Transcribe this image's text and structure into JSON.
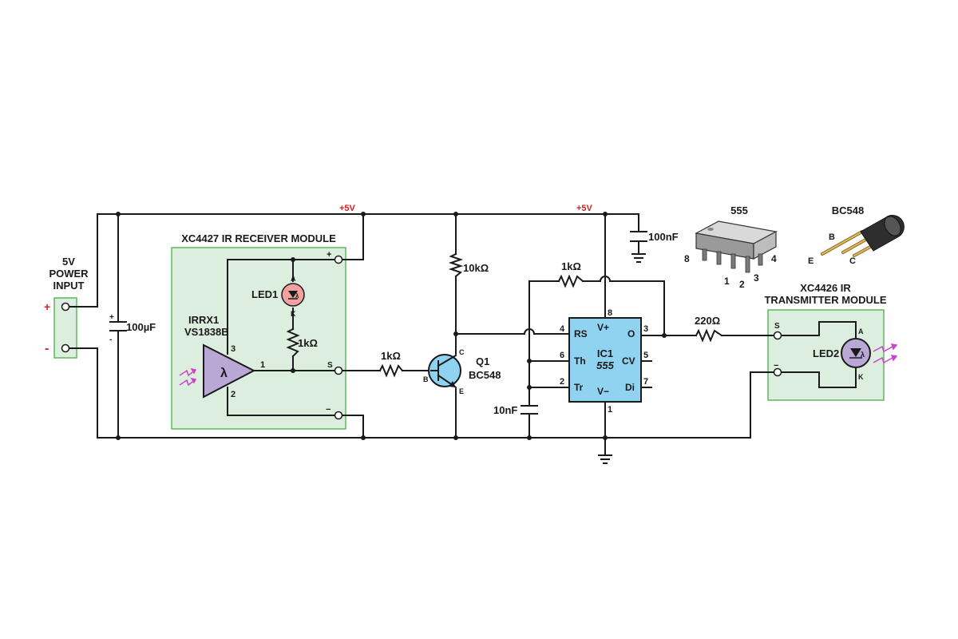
{
  "labels": {
    "power_input": [
      "5V",
      "POWER",
      "INPUT"
    ],
    "plus": "+",
    "minus": "-",
    "rail_5v_left": "+5V",
    "rail_5v_right": "+5V",
    "c_100uf": "100µF",
    "c_100nf": "100nF",
    "c_10nf": "10nF",
    "rx_module": "XC4427 IR RECEIVER MODULE",
    "irrx_name": "IRRX1",
    "irrx_part": "VS1838B",
    "lambda": "λ",
    "led1": "LED1",
    "led_a": "A",
    "led_k": "K",
    "r_1k_rx": "1kΩ",
    "pin_3": "3",
    "pin_1": "1",
    "pin_2": "2",
    "rx_pin_plus": "+",
    "rx_pin_s": "S",
    "rx_pin_minus": "−",
    "r_1k_base": "1kΩ",
    "r_10k": "10kΩ",
    "q1_name": "Q1",
    "q1_part": "BC548",
    "q_b": "B",
    "q_c": "C",
    "q_e": "E",
    "r_1k_fb": "1kΩ",
    "ic_name": "IC1",
    "ic_part": "555",
    "ic_rs": "RS",
    "ic_th": "Th",
    "ic_tr": "Tr",
    "ic_vplus": "V+",
    "ic_vminus": "V−",
    "ic_o": "O",
    "ic_cv": "CV",
    "ic_di": "Di",
    "ic_p4": "4",
    "ic_p6": "6",
    "ic_p2": "2",
    "ic_p8": "8",
    "ic_p3": "3",
    "ic_p5": "5",
    "ic_p7": "7",
    "ic_p1": "1",
    "r_220": "220Ω",
    "tx_module": [
      "XC4426 IR",
      "TRANSMITTER MODULE"
    ],
    "tx_pin_s": "S",
    "tx_pin_minus": "−",
    "led2": "LED2",
    "pkg_555": "555",
    "pkg_pin8": "8",
    "pkg_pin4": "4",
    "pkg_pin1": "1",
    "pkg_pin2": "2",
    "pkg_pin3": "3",
    "pkg_bc548": "BC548",
    "pkg_b": "B",
    "pkg_c": "C",
    "pkg_e": "E"
  },
  "colors": {
    "module_fill": "#dcefdf",
    "module_stroke": "#5cb85c",
    "ic_fill": "#8fd3f0",
    "q_fill": "#8fd3f0",
    "irrx_fill": "#b9a7d6",
    "led1_fill": "#f2a0a0",
    "led2_fill": "#b9a7d6",
    "ir_rays": "#cc44cc",
    "rail_label": "#d42020"
  }
}
